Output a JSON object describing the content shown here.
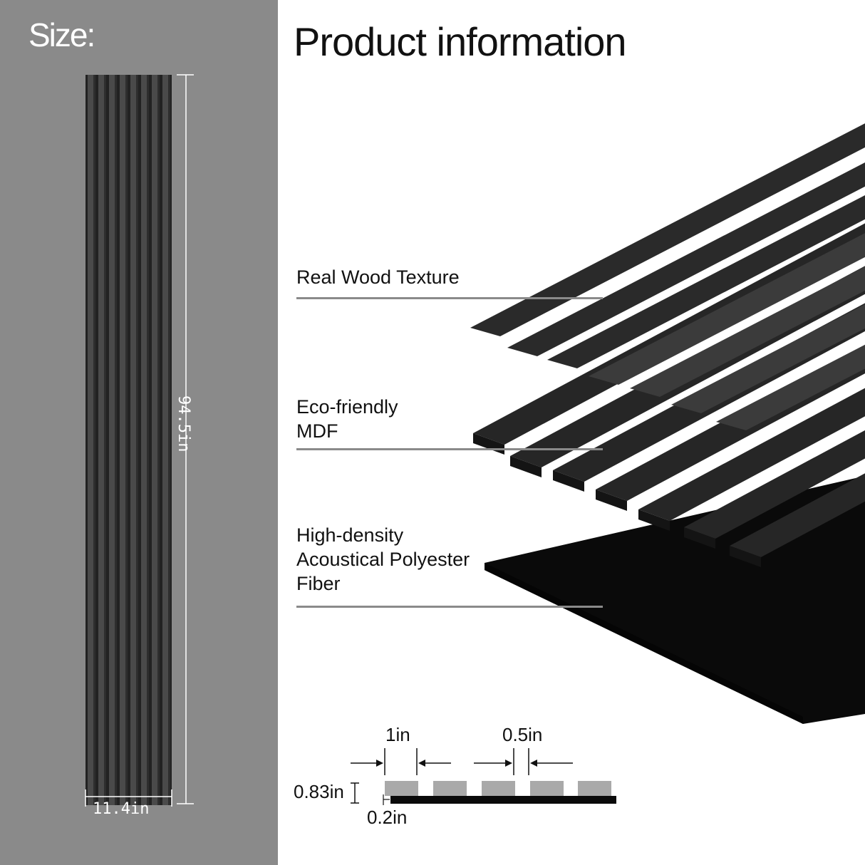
{
  "size_section": {
    "title": "Size:",
    "height_label": "94.5in",
    "width_label": "11.4in"
  },
  "product_section": {
    "title": "Product information",
    "layers": [
      {
        "label_lines": [
          "Real Wood Texture"
        ]
      },
      {
        "label_lines": [
          "Eco-friendly",
          "MDF"
        ]
      },
      {
        "label_lines": [
          "High-density",
          "Acoustical Polyester",
          "Fiber"
        ]
      }
    ]
  },
  "cross_section": {
    "slat_width": "1in",
    "gap_width": "0.5in",
    "height": "0.83in",
    "felt_thickness": "0.2in"
  },
  "colors": {
    "left_panel_bg": "#8a8a8a",
    "slat_dark": "#1c1c1c",
    "felt_black": "#0a0a0a",
    "cross_slat_gray": "#a9a9a9"
  }
}
